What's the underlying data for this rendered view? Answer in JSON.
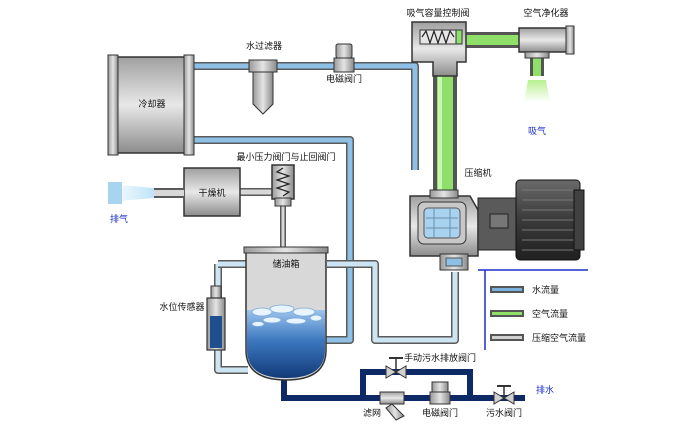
{
  "labels": {
    "intake_capacity_valve": "吸气容量控制阀",
    "air_filter": "空气净化器",
    "water_filter": "水过滤器",
    "solenoid_valve_top": "电磁阀门",
    "cooler": "冷却器",
    "min_pressure_valve": "最小压力阀门与止回阀门",
    "intake": "吸气",
    "compressor": "压缩机",
    "exhaust": "排气",
    "dryer": "干燥机",
    "oil_tank": "储油箱",
    "level_sensor": "水位传感器",
    "manual_drain_valve": "手动污水排放阀门",
    "drain_out": "排水",
    "strainer": "滤网",
    "solenoid_valve_bottom": "电磁阀门",
    "sewage_valve": "污水阀门"
  },
  "legend": [
    {
      "label": "水流量",
      "color": "#7ab0dc"
    },
    {
      "label": "空气流量",
      "color": "#8ee068"
    },
    {
      "label": "压缩空气流量",
      "color": "#8a8a8a"
    }
  ],
  "colors": {
    "water_pipe": "#7ab0dc",
    "air_pipe": "#8ee068",
    "compressed_pipe": "#a8a8a8",
    "oil": "#1f4f8f",
    "drain_pipe": "#0e2a66"
  }
}
